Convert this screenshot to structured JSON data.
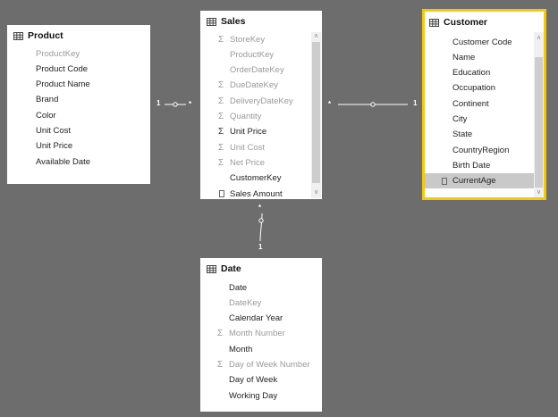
{
  "tables": {
    "product": {
      "title": "Product",
      "fields": [
        {
          "name": "ProductKey",
          "hidden": true
        },
        {
          "name": "Product Code"
        },
        {
          "name": "Product Name"
        },
        {
          "name": "Brand"
        },
        {
          "name": "Color"
        },
        {
          "name": "Unit Cost"
        },
        {
          "name": "Unit Price"
        },
        {
          "name": "Available Date"
        }
      ]
    },
    "sales": {
      "title": "Sales",
      "fields": [
        {
          "name": "StoreKey",
          "hidden": true,
          "sigma": true
        },
        {
          "name": "ProductKey",
          "hidden": true
        },
        {
          "name": "OrderDateKey",
          "hidden": true
        },
        {
          "name": "DueDateKey",
          "hidden": true,
          "sigma": true
        },
        {
          "name": "DeliveryDateKey",
          "hidden": true,
          "sigma": true
        },
        {
          "name": "Quantity",
          "hidden": true,
          "sigma": true
        },
        {
          "name": "Unit Price",
          "sigma": true
        },
        {
          "name": "Unit Cost",
          "hidden": true,
          "sigma": true
        },
        {
          "name": "Net Price",
          "hidden": true,
          "sigma": true
        },
        {
          "name": "CustomerKey"
        },
        {
          "name": "Sales Amount",
          "calc": true
        }
      ]
    },
    "customer": {
      "title": "Customer",
      "fields": [
        {
          "name": "Customer Code"
        },
        {
          "name": "Name"
        },
        {
          "name": "Education"
        },
        {
          "name": "Occupation"
        },
        {
          "name": "Continent"
        },
        {
          "name": "City"
        },
        {
          "name": "State"
        },
        {
          "name": "CountryRegion"
        },
        {
          "name": "Birth Date"
        },
        {
          "name": "CurrentAge",
          "calc": true,
          "selected": true
        }
      ]
    },
    "date": {
      "title": "Date",
      "fields": [
        {
          "name": "Date"
        },
        {
          "name": "DateKey",
          "hidden": true
        },
        {
          "name": "Calendar Year"
        },
        {
          "name": "Month Number",
          "hidden": true,
          "sigma": true
        },
        {
          "name": "Month"
        },
        {
          "name": "Day of Week Number",
          "hidden": true,
          "sigma": true
        },
        {
          "name": "Day of Week"
        },
        {
          "name": "Working Day"
        }
      ]
    }
  },
  "relationships": [
    {
      "from": "product",
      "to": "sales",
      "from_card": "1",
      "to_card": "*"
    },
    {
      "from": "customer",
      "to": "sales",
      "from_card": "1",
      "to_card": "*"
    },
    {
      "from": "date",
      "to": "sales",
      "from_card": "1",
      "to_card": "*"
    }
  ],
  "sigma_glyph": "Σ",
  "colors": {
    "canvas": "#6d6d6d",
    "selected_border": "#f2c811",
    "hidden_text": "#9a9a9a"
  }
}
